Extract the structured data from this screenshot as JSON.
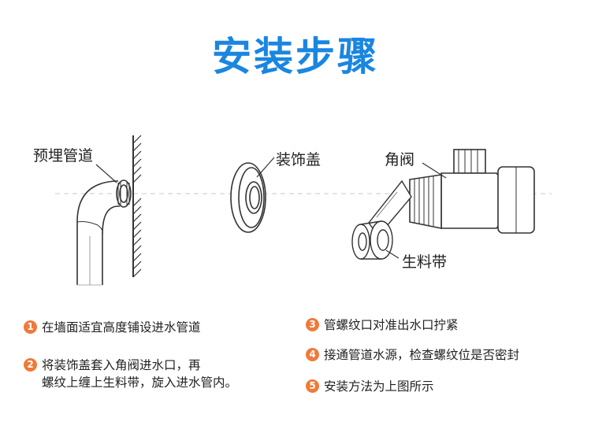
{
  "title": "安装步骤",
  "labels": {
    "pipe": "预埋管道",
    "cover": "装饰盖",
    "valve": "角阀",
    "tape": "生料带"
  },
  "steps": [
    {
      "num": "1",
      "lines": [
        "在墙面适宜高度铺设进水管道"
      ]
    },
    {
      "num": "2",
      "lines": [
        "将装饰盖套入角阀进水口，再",
        "螺纹上缠上生料带，旋入进水管内。"
      ]
    },
    {
      "num": "3",
      "lines": [
        "管螺纹口对准出水口拧紧"
      ]
    },
    {
      "num": "4",
      "lines": [
        "接通管道水源，检查螺纹位是否密封"
      ]
    },
    {
      "num": "5",
      "lines": [
        "安装方法为上图所示"
      ]
    }
  ],
  "colors": {
    "title": "#1a86e0",
    "badge": "#ef7a3a"
  }
}
